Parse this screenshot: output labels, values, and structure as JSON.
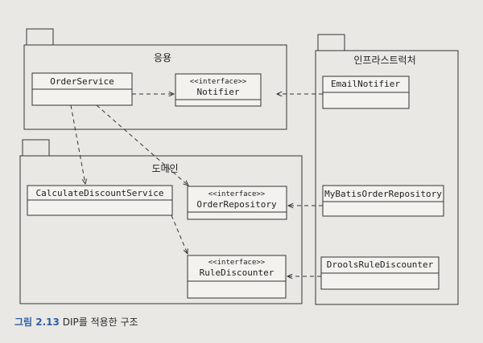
{
  "packages": {
    "application": {
      "title": "응용"
    },
    "domain": {
      "title": "도메인"
    },
    "infrastructure": {
      "title": "인프라스트럭처"
    }
  },
  "classes": {
    "order_service": {
      "name": "OrderService"
    },
    "notifier": {
      "stereotype": "<<interface>>",
      "name": "Notifier"
    },
    "calculate_discount_service": {
      "name": "CalculateDiscountService"
    },
    "order_repository": {
      "stereotype": "<<interface>>",
      "name": "OrderRepository"
    },
    "rule_discounter": {
      "stereotype": "<<interface>>",
      "name": "RuleDiscounter"
    },
    "email_notifier": {
      "name": "EmailNotifier"
    },
    "mybatis_order_repository": {
      "name": "MyBatisOrderRepository"
    },
    "drools_rule_discounter": {
      "name": "DroolsRuleDiscounter"
    }
  },
  "caption": {
    "label": "그림 2.13",
    "text": "DIP를 적용한 구조"
  }
}
